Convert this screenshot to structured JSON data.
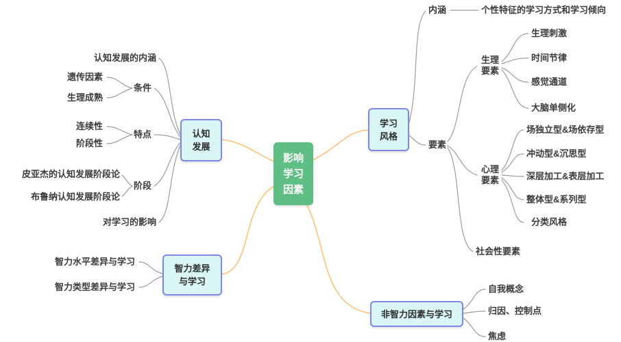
{
  "root": {
    "label": "影响\n学习\n因素"
  },
  "cognitive": {
    "box_label": "认知\n发展",
    "connotation": "认知发展的内涵",
    "condition_label": "条件",
    "condition_items": [
      "遗传因素",
      "生理成熟"
    ],
    "feature_label": "特点",
    "feature_items": [
      "连续性",
      "阶段性"
    ],
    "stage_label": "阶段",
    "stage_items": [
      "皮亚杰的认知发展阶段论",
      "布鲁纳认知发展阶段论"
    ],
    "influence": "对学习的影响"
  },
  "intelligence": {
    "box_label": "智力差异\n与学习",
    "items": [
      "智力水平差异与学习",
      "智力类型差异与学习"
    ]
  },
  "learning_style": {
    "box_label": "学习\n风格",
    "connotation_label": "内涵",
    "connotation_value": "个性特征的学习方式和学习倾向",
    "elements_label": "要素",
    "physiological_label": "生理\n要素",
    "physiological_items": [
      "生理刺激",
      "时间节律",
      "感觉通道",
      "大脑单侧化"
    ],
    "psychological_label": "心理\n要素",
    "psychological_items": [
      "场独立型&场依存型",
      "冲动型&沉思型",
      "深层加工&表层加工",
      "整体型&系列型",
      "分类风格"
    ],
    "social_label": "社会性要素"
  },
  "non_intelligence": {
    "box_label": "非智力因素与学习",
    "items": [
      "自我概念",
      "归因、控制点",
      "焦虑"
    ]
  },
  "colors": {
    "root_bg": "#5ebe84",
    "branch_bg": "#d9f6f4",
    "branch_border": "#8187e2",
    "main_link": "#ffc078",
    "sub_link": "#9c9c9c"
  }
}
